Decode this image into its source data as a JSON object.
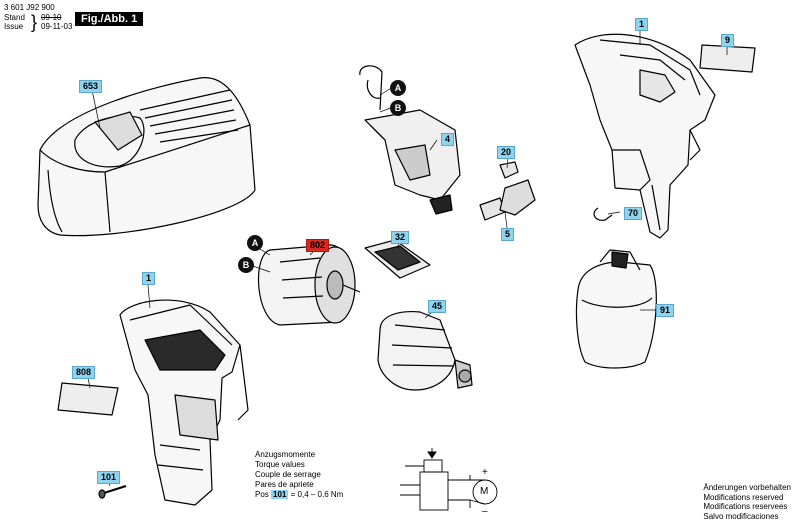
{
  "header": {
    "part_number": "3 601 J92 900",
    "stand_label": "Stand",
    "stand_value": "09-10",
    "issue_label": "Issue",
    "issue_value": "09-11-03",
    "figure_tag": "Fig./Abb. 1"
  },
  "callouts": [
    {
      "id": "c653",
      "text": "653",
      "style": "blue"
    },
    {
      "id": "cA1",
      "text": "A",
      "style": "circle"
    },
    {
      "id": "cB1",
      "text": "B",
      "style": "circle"
    },
    {
      "id": "c4",
      "text": "4",
      "style": "blue"
    },
    {
      "id": "c1top",
      "text": "1",
      "style": "blue"
    },
    {
      "id": "c9",
      "text": "9",
      "style": "blue"
    },
    {
      "id": "c20",
      "text": "20",
      "style": "blue"
    },
    {
      "id": "c5",
      "text": "5",
      "style": "blue"
    },
    {
      "id": "c70",
      "text": "70",
      "style": "blue"
    },
    {
      "id": "cA2",
      "text": "A",
      "style": "circle"
    },
    {
      "id": "cB2",
      "text": "B",
      "style": "circle"
    },
    {
      "id": "c802",
      "text": "802",
      "style": "red"
    },
    {
      "id": "c32",
      "text": "32",
      "style": "blue"
    },
    {
      "id": "c45",
      "text": "45",
      "style": "blue"
    },
    {
      "id": "c91",
      "text": "91",
      "style": "blue"
    },
    {
      "id": "c1left",
      "text": "1",
      "style": "blue"
    },
    {
      "id": "c808",
      "text": "808",
      "style": "blue"
    },
    {
      "id": "c101",
      "text": "101",
      "style": "blue"
    }
  ],
  "torque": {
    "line1": "Anzugsmomente",
    "line2": "Torque values",
    "line3": "Couple de serrage",
    "line4": "Pares de apriete",
    "pos_prefix": "Pos",
    "pos_value": "101",
    "pos_suffix": "=  0,4 – 0,6 Nm"
  },
  "circuit": {
    "plus": "+",
    "minus": "–",
    "motor": "M"
  },
  "modifications": {
    "de": "Änderungen vorbehalten",
    "en": "Modifications reserved",
    "fr": "Modifications reservees",
    "es": "Salvo modificaciones"
  }
}
